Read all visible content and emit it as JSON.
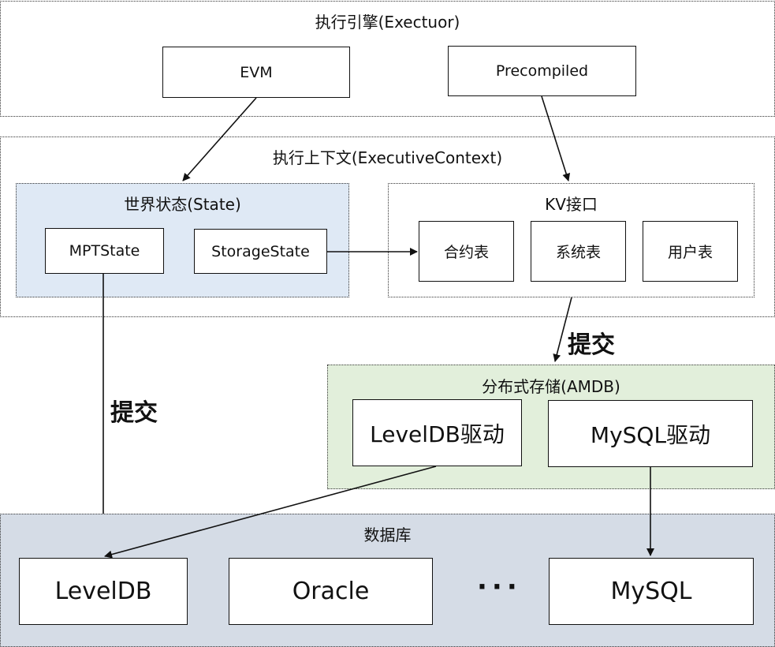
{
  "executor": {
    "title": "执行引擎(Exectuor)",
    "evm": "EVM",
    "precompiled": "Precompiled"
  },
  "context": {
    "title": "执行上下文(ExecutiveContext)",
    "state": {
      "title": "世界状态(State)",
      "mpt": "MPTState",
      "storage": "StorageState"
    },
    "kv": {
      "title": "KV接口",
      "contract_table": "合约表",
      "system_table": "系统表",
      "user_table": "用户表"
    }
  },
  "commit_label": "提交",
  "amdb": {
    "title": "分布式存储(AMDB)",
    "leveldb_driver": "LevelDB驱动",
    "mysql_driver": "MySQL驱动"
  },
  "database": {
    "title": "数据库",
    "leveldb": "LevelDB",
    "oracle": "Oracle",
    "ellipsis": "···",
    "mysql": "MySQL"
  }
}
